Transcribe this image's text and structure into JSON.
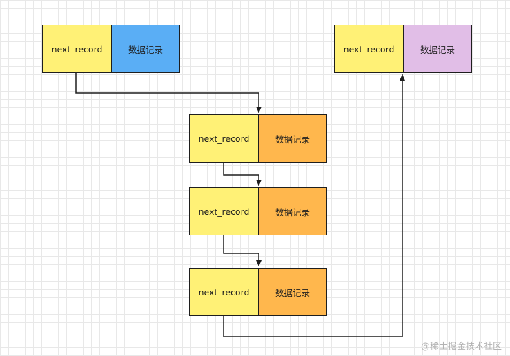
{
  "records": [
    {
      "next_label": "next_record",
      "data_label": "数据记录",
      "data_color": "#5aaef5"
    },
    {
      "next_label": "next_record",
      "data_label": "数据记录",
      "data_color": "#ffb74d"
    },
    {
      "next_label": "next_record",
      "data_label": "数据记录",
      "data_color": "#ffb74d"
    },
    {
      "next_label": "next_record",
      "data_label": "数据记录",
      "data_color": "#ffb74d"
    },
    {
      "next_label": "next_record",
      "data_label": "数据记录",
      "data_color": "#e1bee7"
    }
  ],
  "colors": {
    "next_cell": "#fff176",
    "border": "#1e1e1e",
    "grid": "#e8e8e8"
  },
  "watermark": "@稀土掘金技术社区"
}
